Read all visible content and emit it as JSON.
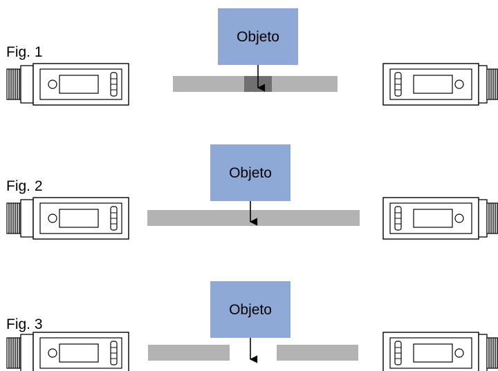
{
  "colors": {
    "object_box": "#8ea9d6",
    "beam_bar": "#b3b3b3",
    "beam_overlap": "#707070",
    "sensor_stroke": "#000000",
    "background": "#ffffff"
  },
  "figures": [
    {
      "label": "Fig. 1",
      "object_label": "Objeto",
      "beam_layout": "short-bar-with-dark-center"
    },
    {
      "label": "Fig. 2",
      "object_label": "Objeto",
      "beam_layout": "long-continuous-bar"
    },
    {
      "label": "Fig. 3",
      "object_label": "Objeto",
      "beam_layout": "split-bar-with-gap"
    }
  ],
  "icons": {
    "sensor_left": "sensor-emitter-icon",
    "sensor_right": "sensor-receiver-icon",
    "arrow": "arrow-down-icon"
  }
}
